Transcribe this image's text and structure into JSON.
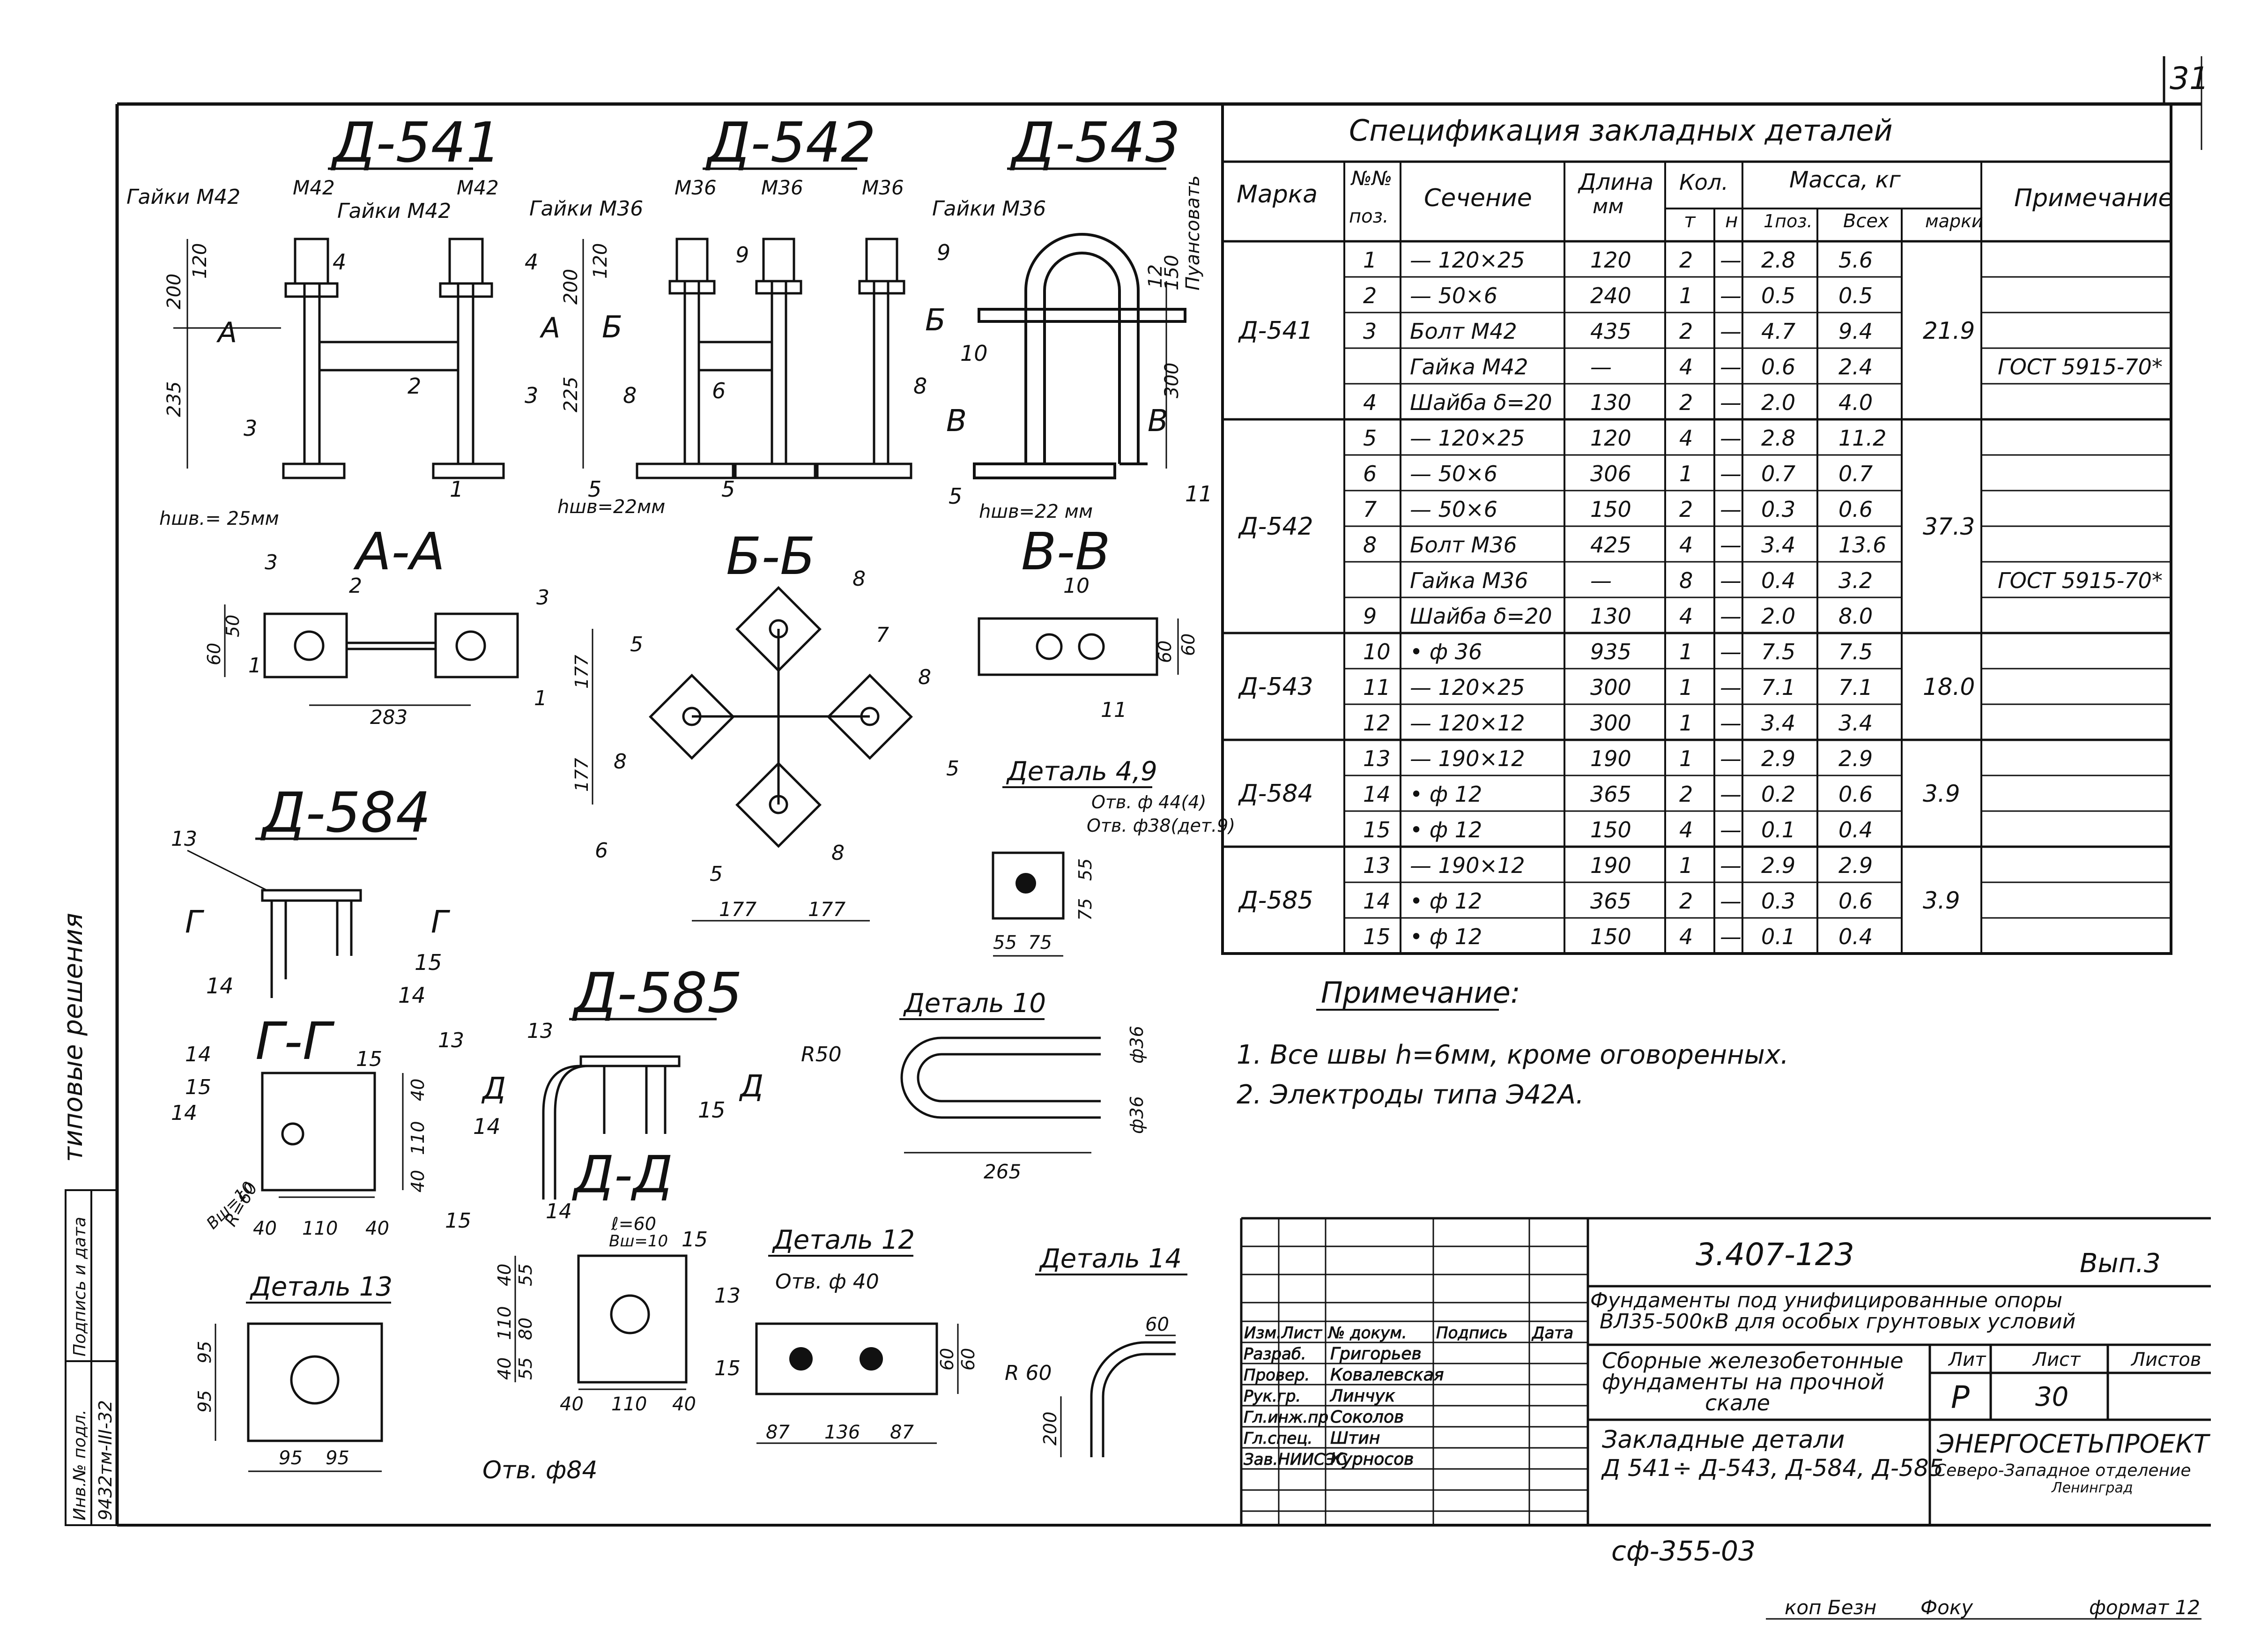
{
  "sheet": {
    "page_number": "31",
    "bottom_code": "сф-355-03",
    "bottom_stamp": [
      "коп Безн",
      "Фоку",
      "формат 12"
    ],
    "left_margin_text": "типовые решения",
    "inventory": {
      "label1": "Инв.№ подл.",
      "label2": "Подпись и дата",
      "value": "9432тм-III-32"
    }
  },
  "views": {
    "d541": {
      "title": "Д-541",
      "nut_left": "Гайки М42",
      "nut_right": "Гайки М42",
      "m_left": "М42",
      "m_right": "М42",
      "dim_200": "200",
      "dim_120": "120",
      "dim_235": "235",
      "weld": "hшв.= 25мм",
      "cut_a": "А",
      "cut_a2": "А",
      "tags": [
        "4",
        "4",
        "2",
        "3",
        "3",
        "1"
      ]
    },
    "d542": {
      "title": "Д-542",
      "nut": "Гайки М36",
      "m1": "М36",
      "m2": "М36",
      "m3": "М36",
      "dim_200": "200",
      "dim_120": "120",
      "dim_225": "225",
      "weld": "hшв=22мм",
      "cut_b": "Б",
      "cut_b2": "Б",
      "tags": [
        "9",
        "8",
        "6",
        "8",
        "5",
        "5"
      ]
    },
    "d543": {
      "title": "Д-543",
      "nut": "Гайки М36",
      "m": "М36",
      "side_note": "Пуансовать",
      "dim_12": "12",
      "dim_150": "150",
      "dim_300": "300",
      "weld": "hшв=22 мм",
      "cut_v": "В",
      "cut_v2": "В",
      "tags": [
        "9",
        "10",
        "5",
        "11"
      ]
    },
    "section_aa": {
      "title": "А-А",
      "dim_60": "60",
      "dim_50": "50",
      "dim_283": "283",
      "tags": [
        "3",
        "2",
        "3",
        "1",
        "1"
      ]
    },
    "section_bb": {
      "title": "Б-Б",
      "dim_177a": "177",
      "dim_177b": "177",
      "dim_177c": "177",
      "dim_177d": "177",
      "tags": [
        "8",
        "5",
        "7",
        "8",
        "8",
        "5",
        "6",
        "5",
        "8"
      ]
    },
    "section_vv": {
      "title": "В-В",
      "dim_60": "60",
      "dim_60b": "60",
      "tags": [
        "10",
        "11"
      ]
    },
    "d584": {
      "title": "Д-584",
      "cut": "Г",
      "cut2": "Г",
      "tags": [
        "13",
        "14",
        "14",
        "15"
      ]
    },
    "section_gg": {
      "title": "Г-Г",
      "dim_40": "40",
      "dim_110": "110",
      "dim_40b": "40",
      "dim_40c": "40",
      "dim_110b": "110",
      "dim_40d": "40",
      "dim_r": "R=60",
      "dim_b": "Вш=10",
      "tags": [
        "14",
        "15",
        "14",
        "13",
        "15",
        "15"
      ]
    },
    "d585": {
      "title": "Д-585",
      "cut": "Д",
      "cut2": "Д",
      "tags": [
        "13",
        "14",
        "15"
      ]
    },
    "section_dd": {
      "title": "Д-Д",
      "note1": "ℓ=60",
      "note2": "Вш=10",
      "dim_40": "40",
      "dim_55": "55",
      "dim_110": "110",
      "dim_80": "80",
      "dim_40b": "40",
      "dim_55b": "55",
      "dim_40c": "40",
      "dim_110b": "110",
      "dim_40d": "40",
      "tags": [
        "14",
        "15",
        "13",
        "15"
      ]
    },
    "detail49": {
      "title": "Деталь 4,9",
      "hole1": "Отв. ф 44(4)",
      "hole2": "Отв. ф38(дет.9)",
      "dim_55": "55",
      "dim_75": "75",
      "dim_55v": "55",
      "dim_75v": "75"
    },
    "detail10": {
      "title": "Деталь 10",
      "r": "R50",
      "dia1": "ф36",
      "dia2": "ф36",
      "dim_265": "265"
    },
    "detail12": {
      "title": "Деталь 12",
      "hole": "Отв. ф 40",
      "dim_87": "87",
      "dim_136": "136",
      "dim_87b": "87",
      "dim_60": "60",
      "dim_60b": "60"
    },
    "detail13": {
      "title": "Деталь 13",
      "hole": "Отв. ф84",
      "dim_95": "95",
      "dim_95b": "95",
      "dim_95c": "95",
      "dim_95d": "95"
    },
    "detail14": {
      "title": "Деталь 14",
      "r": "R 60",
      "dim_60": "60",
      "dim_200": "200"
    }
  },
  "spec": {
    "title": "Спецификация закладных деталей",
    "headers": {
      "mark": "Марка",
      "pos1": "№№",
      "pos2": "поз.",
      "section": "Сечение",
      "length1": "Длина",
      "length2": "мм",
      "qty": "Кол.",
      "qty_t": "т",
      "qty_n": "н",
      "mass": "Масса, кг",
      "mass_one": "1поз.",
      "mass_all": "Всех",
      "mass_mark": "марки",
      "note": "Примечание"
    },
    "groups": [
      {
        "mark": "Д-541",
        "total": "21.9",
        "rows": [
          {
            "pos": "1",
            "section": "— 120×25",
            "length": "120",
            "t": "2",
            "n": "—",
            "one": "2.8",
            "all": "5.6",
            "note": ""
          },
          {
            "pos": "2",
            "section": "— 50×6",
            "length": "240",
            "t": "1",
            "n": "—",
            "one": "0.5",
            "all": "0.5",
            "note": ""
          },
          {
            "pos": "3",
            "section": "Болт М42",
            "length": "435",
            "t": "2",
            "n": "—",
            "one": "4.7",
            "all": "9.4",
            "note": ""
          },
          {
            "pos": "",
            "section": "Гайка М42",
            "length": "—",
            "t": "4",
            "n": "—",
            "one": "0.6",
            "all": "2.4",
            "note": "ГОСТ 5915-70*"
          },
          {
            "pos": "4",
            "section": "Шайба δ=20",
            "length": "130",
            "t": "2",
            "n": "—",
            "one": "2.0",
            "all": "4.0",
            "note": ""
          }
        ]
      },
      {
        "mark": "Д-542",
        "total": "37.3",
        "rows": [
          {
            "pos": "5",
            "section": "— 120×25",
            "length": "120",
            "t": "4",
            "n": "—",
            "one": "2.8",
            "all": "11.2",
            "note": ""
          },
          {
            "pos": "6",
            "section": "— 50×6",
            "length": "306",
            "t": "1",
            "n": "—",
            "one": "0.7",
            "all": "0.7",
            "note": ""
          },
          {
            "pos": "7",
            "section": "— 50×6",
            "length": "150",
            "t": "2",
            "n": "—",
            "one": "0.3",
            "all": "0.6",
            "note": ""
          },
          {
            "pos": "8",
            "section": "Болт М36",
            "length": "425",
            "t": "4",
            "n": "—",
            "one": "3.4",
            "all": "13.6",
            "note": ""
          },
          {
            "pos": "",
            "section": "Гайка М36",
            "length": "—",
            "t": "8",
            "n": "—",
            "one": "0.4",
            "all": "3.2",
            "note": "ГОСТ 5915-70*"
          },
          {
            "pos": "9",
            "section": "Шайба δ=20",
            "length": "130",
            "t": "4",
            "n": "—",
            "one": "2.0",
            "all": "8.0",
            "note": ""
          }
        ]
      },
      {
        "mark": "Д-543",
        "total": "18.0",
        "rows": [
          {
            "pos": "10",
            "section": "• ф 36",
            "length": "935",
            "t": "1",
            "n": "—",
            "one": "7.5",
            "all": "7.5",
            "note": ""
          },
          {
            "pos": "11",
            "section": "— 120×25",
            "length": "300",
            "t": "1",
            "n": "—",
            "one": "7.1",
            "all": "7.1",
            "note": ""
          },
          {
            "pos": "12",
            "section": "— 120×12",
            "length": "300",
            "t": "1",
            "n": "—",
            "one": "3.4",
            "all": "3.4",
            "note": ""
          }
        ]
      },
      {
        "mark": "Д-584",
        "total": "3.9",
        "rows": [
          {
            "pos": "13",
            "section": "— 190×12",
            "length": "190",
            "t": "1",
            "n": "—",
            "one": "2.9",
            "all": "2.9",
            "note": ""
          },
          {
            "pos": "14",
            "section": "• ф 12",
            "length": "365",
            "t": "2",
            "n": "—",
            "one": "0.2",
            "all": "0.6",
            "note": ""
          },
          {
            "pos": "15",
            "section": "• ф 12",
            "length": "150",
            "t": "4",
            "n": "—",
            "one": "0.1",
            "all": "0.4",
            "note": ""
          }
        ]
      },
      {
        "mark": "Д-585",
        "total": "3.9",
        "rows": [
          {
            "pos": "13",
            "section": "— 190×12",
            "length": "190",
            "t": "1",
            "n": "—",
            "one": "2.9",
            "all": "2.9",
            "note": ""
          },
          {
            "pos": "14",
            "section": "• ф 12",
            "length": "365",
            "t": "2",
            "n": "—",
            "one": "0.3",
            "all": "0.6",
            "note": ""
          },
          {
            "pos": "15",
            "section": "• ф 12",
            "length": "150",
            "t": "4",
            "n": "—",
            "one": "0.1",
            "all": "0.4",
            "note": ""
          }
        ]
      }
    ]
  },
  "notes": {
    "title": "Примечание:",
    "items": [
      "1. Все швы h=6мм, кроме оговоренных.",
      "2. Электроды типа Э42А."
    ]
  },
  "title_block": {
    "doc_number": "3.407-123",
    "issue": "Вып.3",
    "project_line1": "Фундаменты под унифицированные опоры",
    "project_line2": "ВЛ35-500кВ для особых грунтовых условий",
    "desc_line1": "Сборные железобетонные",
    "desc_line2": "фундаменты на прочной",
    "desc_line3": "скале",
    "sheet_name1": "Закладные детали",
    "sheet_name2": "Д 541÷ Д-543, Д-584, Д-585",
    "lit_label": "Лит",
    "sheet_label": "Лист",
    "sheets_label": "Листов",
    "lit_value": "Р",
    "sheet_value": "30",
    "org1": "ЭНЕРГОСЕТЬПРОЕКТ",
    "org2": "Северо-Западное отделение",
    "org3": "Ленинград",
    "col_headers": [
      "Изм.",
      "Лист",
      "№ докум.",
      "Подпись",
      "Дата"
    ],
    "roles": [
      {
        "role": "Разраб.",
        "name": "Григорьев"
      },
      {
        "role": "Провер.",
        "name": "Ковалевская"
      },
      {
        "role": "Рук.гр.",
        "name": "Линчук"
      },
      {
        "role": "Гл.инж.пр",
        "name": "Соколов"
      },
      {
        "role": "Гл.спец.",
        "name": "Штин"
      },
      {
        "role": "Зав.НИИСЭС",
        "name": "Курносов"
      }
    ]
  }
}
